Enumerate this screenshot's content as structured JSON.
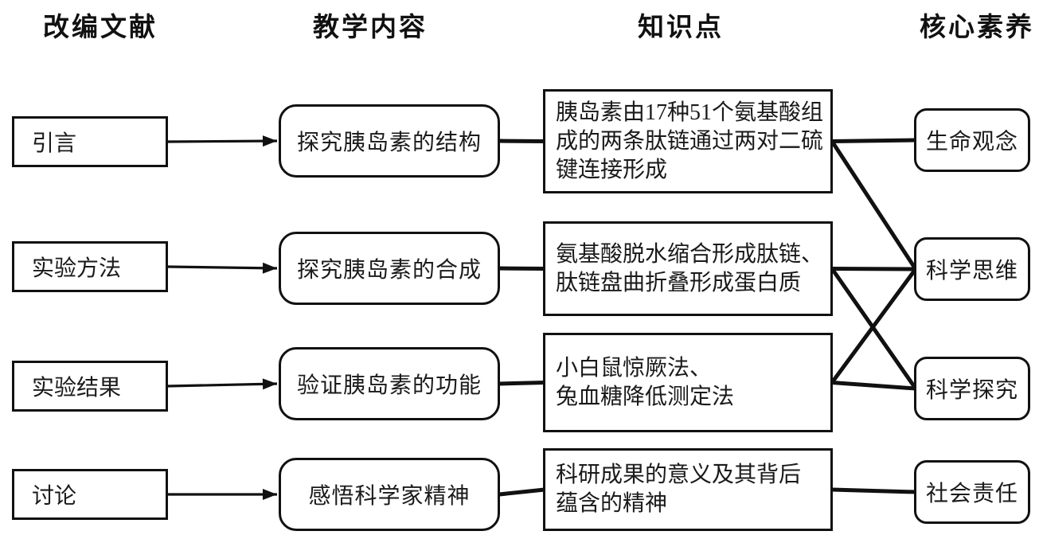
{
  "diagram": {
    "headers": [
      {
        "id": "literature",
        "label": "改编文献"
      },
      {
        "id": "teaching",
        "label": "教学内容"
      },
      {
        "id": "knowledge",
        "label": "知识点"
      },
      {
        "id": "competency",
        "label": "核心素养"
      }
    ],
    "literature": [
      {
        "id": "lit1",
        "label": "引言"
      },
      {
        "id": "lit2",
        "label": "实验方法"
      },
      {
        "id": "lit3",
        "label": "实验结果"
      },
      {
        "id": "lit4",
        "label": "讨论"
      }
    ],
    "teaching": [
      {
        "id": "teach1",
        "label": "探究胰岛素的结构"
      },
      {
        "id": "teach2",
        "label": "探究胰岛素的合成"
      },
      {
        "id": "teach3",
        "label": "验证胰岛素的功能"
      },
      {
        "id": "teach4",
        "label": "感悟科学家精神"
      }
    ],
    "knowledge": [
      {
        "id": "know1",
        "label": "胰岛素由17种51个氨基酸组\n成的两条肽链通过两对二硫\n键连接形成"
      },
      {
        "id": "know2",
        "label": "氨基酸脱水缩合形成肽链、\n肽链盘曲折叠形成蛋白质"
      },
      {
        "id": "know3",
        "label": "小白鼠惊厥法、\n兔血糖降低测定法"
      },
      {
        "id": "know4",
        "label": "科研成果的意义及其背后\n蕴含的精神"
      }
    ],
    "competencies": [
      {
        "id": "comp1",
        "label": "生命观念"
      },
      {
        "id": "comp2",
        "label": "科学思维"
      },
      {
        "id": "comp3",
        "label": "科学探究"
      },
      {
        "id": "comp4",
        "label": "社会责任"
      }
    ],
    "edges": [
      {
        "from": "lit1",
        "to": "teach1",
        "type": "arrow"
      },
      {
        "from": "lit2",
        "to": "teach2",
        "type": "arrow"
      },
      {
        "from": "lit3",
        "to": "teach3",
        "type": "arrow"
      },
      {
        "from": "lit4",
        "to": "teach4",
        "type": "arrow"
      },
      {
        "from": "teach1",
        "to": "know1",
        "type": "plain"
      },
      {
        "from": "teach2",
        "to": "know2",
        "type": "plain"
      },
      {
        "from": "teach3",
        "to": "know3",
        "type": "plain"
      },
      {
        "from": "teach4",
        "to": "know4",
        "type": "plain"
      },
      {
        "from": "know1",
        "to": "comp1",
        "type": "plain"
      },
      {
        "from": "know1",
        "to": "comp2",
        "type": "plain"
      },
      {
        "from": "know2",
        "to": "comp2",
        "type": "plain"
      },
      {
        "from": "know2",
        "to": "comp3",
        "type": "plain"
      },
      {
        "from": "know3",
        "to": "comp2",
        "type": "plain"
      },
      {
        "from": "know3",
        "to": "comp3",
        "type": "plain"
      },
      {
        "from": "know4",
        "to": "comp4",
        "type": "plain"
      }
    ],
    "colors": {
      "line": "#111111",
      "text": "#1a1a1a",
      "background": "#ffffff"
    }
  }
}
